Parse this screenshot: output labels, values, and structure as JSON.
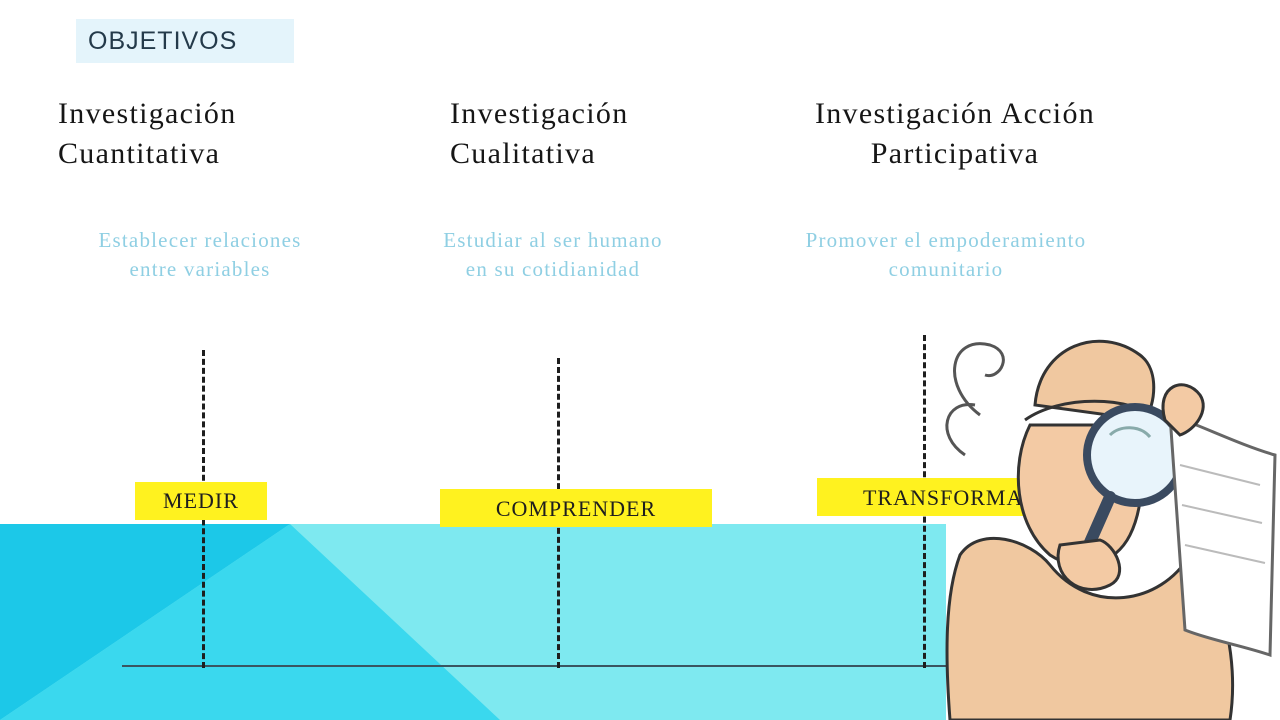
{
  "title": "OBJETIVOS",
  "columns": [
    {
      "heading": [
        "Investigación",
        "Cuantitativa"
      ],
      "objective": [
        "Establecer relaciones",
        "entre variables"
      ],
      "verb": "MEDIR"
    },
    {
      "heading": [
        "Investigación",
        "Cualitativa"
      ],
      "objective": [
        "Estudiar al ser humano",
        "en su cotidianidad"
      ],
      "verb": "COMPRENDER"
    },
    {
      "heading": [
        "Investigación Acción",
        "Participativa"
      ],
      "objective": [
        "Promover el empoderamiento",
        "comunitario"
      ],
      "verb": "TRANSFORMAR"
    }
  ],
  "illustration": {
    "icon": "detective-magnifying-glass-icon"
  },
  "colors": {
    "band_light": "#7ee9f0",
    "band_dark": "#1cc8e8",
    "objective_text": "#8fcfe3",
    "label_bg": "#fff21f"
  }
}
